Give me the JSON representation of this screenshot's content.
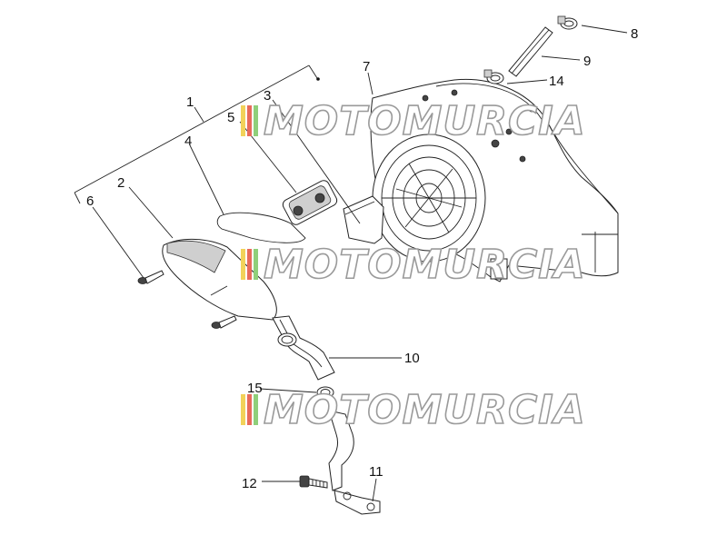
{
  "diagram": {
    "callouts": [
      {
        "id": "1",
        "text": "1"
      },
      {
        "id": "2",
        "text": "2"
      },
      {
        "id": "3",
        "text": "3"
      },
      {
        "id": "4",
        "text": "4"
      },
      {
        "id": "5",
        "text": "5"
      },
      {
        "id": "6",
        "text": "6"
      },
      {
        "id": "7",
        "text": "7"
      },
      {
        "id": "8",
        "text": "8"
      },
      {
        "id": "9",
        "text": "9"
      },
      {
        "id": "10",
        "text": "10"
      },
      {
        "id": "11",
        "text": "11"
      },
      {
        "id": "12",
        "text": "12"
      },
      {
        "id": "14",
        "text": "14"
      },
      {
        "id": "15",
        "text": "15"
      }
    ]
  },
  "watermark": {
    "text": "MOTOMURCIA",
    "stripe_colors": [
      "#f2d25a",
      "#e86a5a",
      "#8fcf7a"
    ]
  }
}
